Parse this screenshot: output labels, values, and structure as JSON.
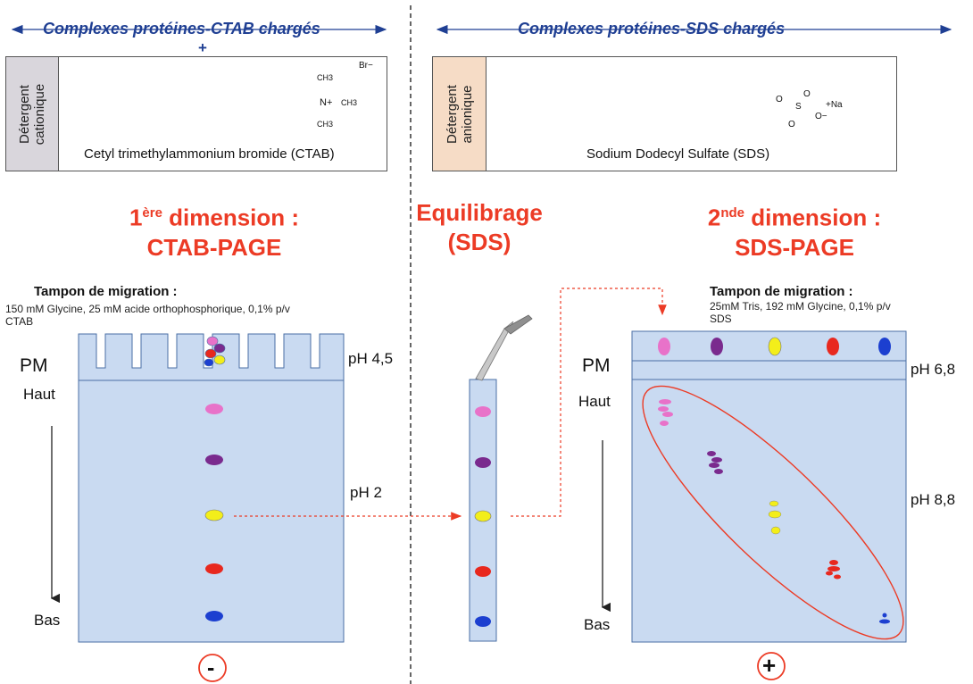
{
  "left_header": "Complexes protéines-CTAB chargés",
  "plus_sign": "+",
  "right_header": "Complexes protéines-SDS chargés",
  "ctab": {
    "tab_line1": "Détergent",
    "tab_line2": "cationique",
    "name": "Cetyl trimethylammonium bromide (CTAB)",
    "struct_labels": {
      "ch3_top": "CH3",
      "n_plus": "N+",
      "ch3_right": "CH3",
      "ch3_bottom": "CH3",
      "br": "Br−"
    }
  },
  "sds": {
    "tab_line1": "Détergent",
    "tab_line2": "anionique",
    "name": "Sodium Dodecyl Sulfate (SDS)",
    "struct_labels": {
      "o1": "O",
      "s": "S",
      "o_top": "O",
      "o_bottom": "O",
      "o_minus": "O−",
      "na": "+Na"
    }
  },
  "dim1": {
    "num": "1",
    "sup": "ère",
    "rest": " dimension :",
    "line2": "CTAB-PAGE"
  },
  "equilibrage": {
    "line1": "Equilibrage",
    "line2": "(SDS)"
  },
  "dim2": {
    "num": "2",
    "sup": "nde",
    "rest": " dimension :",
    "line2": "SDS-PAGE"
  },
  "left_buffer": {
    "heading": "Tampon de migration :",
    "line1": "150 mM Glycine, 25 mM acide orthophosphorique, 0,1% p/v",
    "line2": "CTAB"
  },
  "right_buffer": {
    "heading": "Tampon de migration :",
    "line1": "25mM Tris, 192 mM Glycine, 0,1% p/v",
    "line2": "SDS"
  },
  "left_gel": {
    "pm": "PM",
    "haut": "Haut",
    "bas": "Bas",
    "ph_top": "pH 4,5",
    "ph_mid": "pH 2",
    "electrode": "-"
  },
  "right_gel": {
    "pm": "PM",
    "haut": "Haut",
    "bas": "Bas",
    "ph_top": "pH 6,8",
    "ph_mid": "pH 8,8",
    "electrode": "+"
  },
  "colors": {
    "gel_fill": "#c9daf1",
    "gel_edge": "#4a6fa5",
    "title_red": "#ec3b25",
    "header_blue": "#1f3f93",
    "pink": "#e872c9",
    "purple": "#7a2a8e",
    "yellow": "#f3ee1a",
    "red": "#e8281e",
    "blue": "#1c3fd0",
    "ctab_tab": "#d9d6dc",
    "sds_tab": "#f6dcc6"
  },
  "icons": [
    "scalpel-icon",
    "arrow-icon"
  ]
}
